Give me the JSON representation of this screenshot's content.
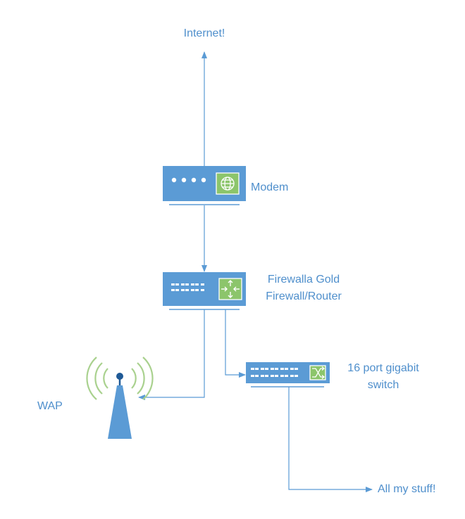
{
  "diagram": {
    "labels": {
      "internet": "Internet!",
      "modem": "Modem",
      "firewall_line1": "Firewalla Gold",
      "firewall_line2": "Firewall/Router",
      "switch_line1": "16 port gigabit",
      "switch_line2": "switch",
      "wap": "WAP",
      "stuff": "All my stuff!"
    },
    "nodes": [
      {
        "id": "internet",
        "type": "text-endpoint",
        "icon": "none"
      },
      {
        "id": "modem",
        "type": "device",
        "icon": "modem-icon"
      },
      {
        "id": "firewall",
        "type": "device",
        "icon": "router-icon"
      },
      {
        "id": "switch",
        "type": "device",
        "icon": "switch-icon"
      },
      {
        "id": "wap",
        "type": "device",
        "icon": "antenna-icon"
      },
      {
        "id": "stuff",
        "type": "text-endpoint",
        "icon": "none"
      }
    ],
    "edges": [
      {
        "from": "modem",
        "to": "internet"
      },
      {
        "from": "modem",
        "to": "firewall"
      },
      {
        "from": "firewall",
        "to": "wap"
      },
      {
        "from": "firewall",
        "to": "switch"
      },
      {
        "from": "switch",
        "to": "stuff"
      }
    ],
    "colors": {
      "device": "#5b9bd5",
      "label": "#4f8fcc",
      "accent": "#8cc56b",
      "signal": "#a9d18e"
    }
  }
}
